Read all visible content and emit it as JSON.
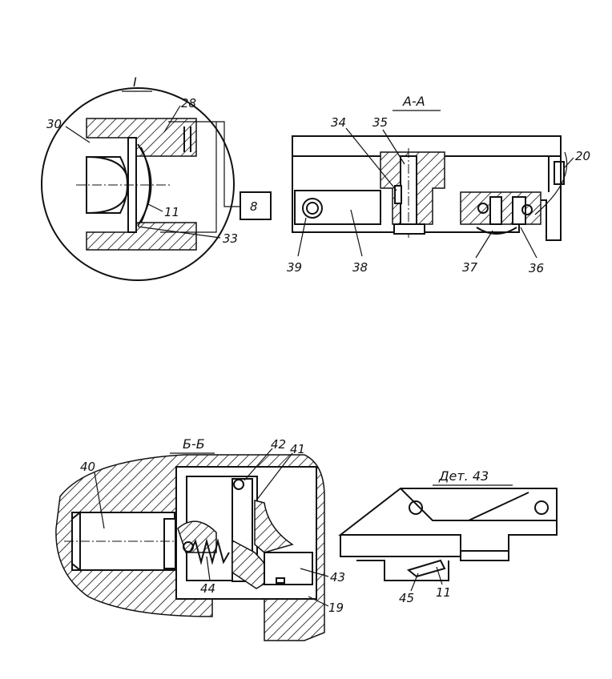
{
  "views": {
    "detail_i": {
      "title": "I",
      "labels": {
        "l28": "28",
        "l30": "30",
        "l11": "11",
        "l33": "33",
        "block": "8"
      }
    },
    "section_aa": {
      "title": "А-А",
      "labels": {
        "l34": "34",
        "l35": "35",
        "l20": "20",
        "l39": "39",
        "l38": "38",
        "l37": "37",
        "l36": "36"
      }
    },
    "section_bb": {
      "title": "Б-Б",
      "labels": {
        "l40": "40",
        "l42": "42",
        "l41": "41",
        "l44": "44",
        "l43": "43",
        "l19": "19"
      }
    },
    "detail_43": {
      "title": "Дет. 43",
      "labels": {
        "l45": "45",
        "l11": "11"
      }
    }
  }
}
